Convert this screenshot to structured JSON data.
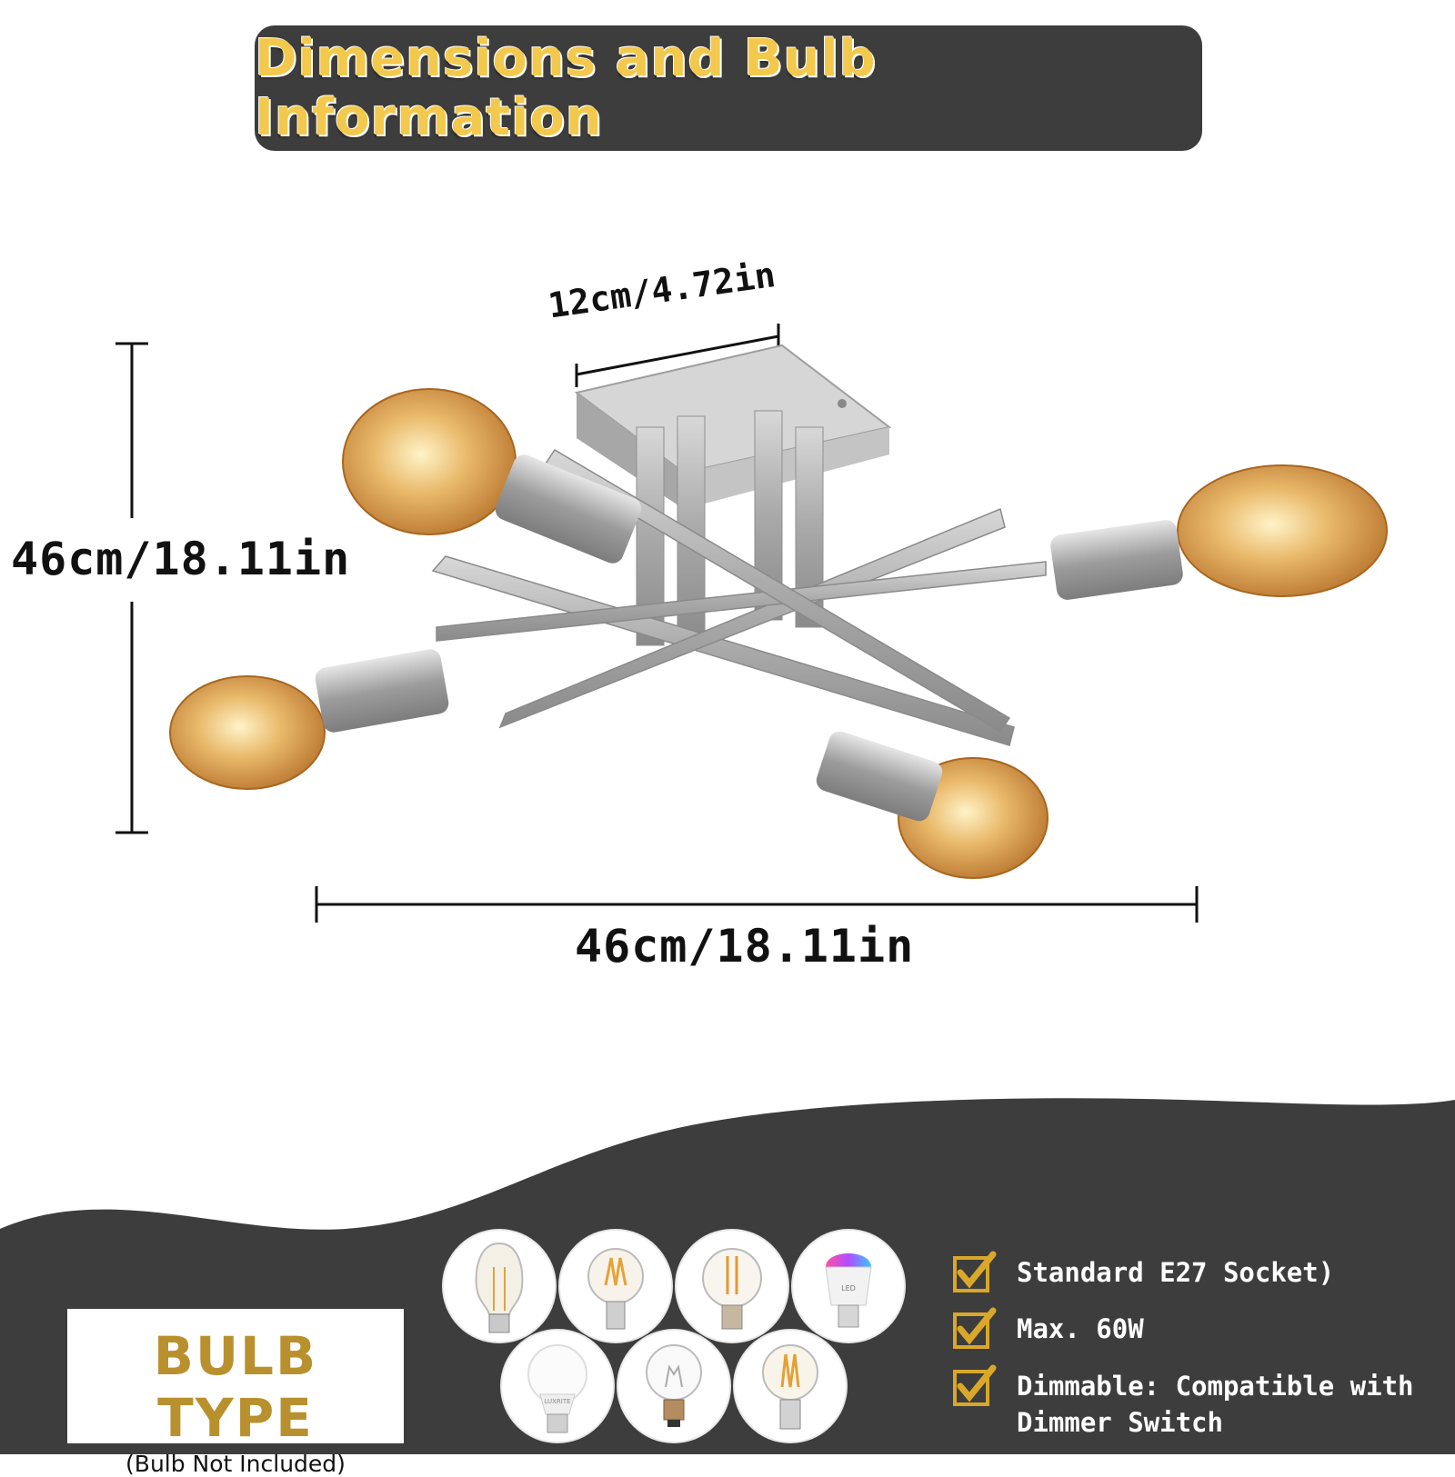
{
  "header": {
    "title": "Dimensions and Bulb Information"
  },
  "dimensions": {
    "canopy": "12cm/4.72in",
    "height": "46cm/18.11in",
    "width": "46cm/18.11in"
  },
  "bulb_type": {
    "title": "BULB TYPE",
    "subtitle": "(Bulb Not Included)",
    "icons": [
      "st64-filament-bulb-icon",
      "a19-filament-bulb-icon",
      "g25-filament-bulb-icon",
      "smart-rgb-bulb-icon",
      "led-a19-bulb-icon",
      "incandescent-bulb-icon",
      "g16-filament-bulb-icon"
    ],
    "tiny_labels": {
      "smart": "LED",
      "led": "LUXRITE"
    }
  },
  "features": [
    "Standard E27 Socket)",
    "Max. 60W",
    "Dimmable: Compatible with",
    "Dimmer Switch"
  ],
  "colors": {
    "dark": "#3d3d3d",
    "gold": "#f3c94d",
    "bulb_type_gold": "#b8902e",
    "check_gold": "#d9a82a"
  }
}
